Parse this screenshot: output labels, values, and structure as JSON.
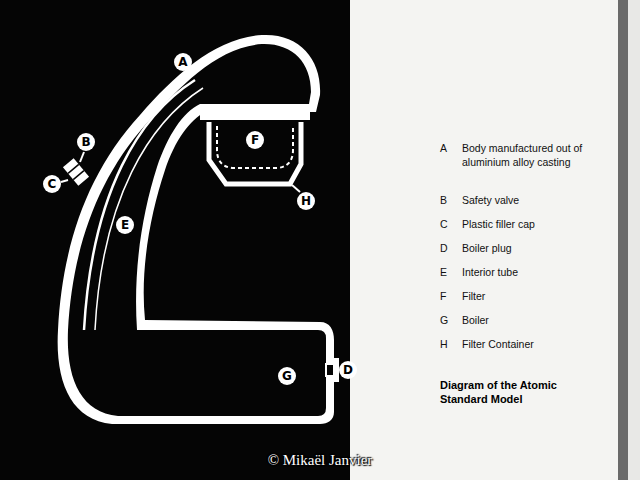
{
  "diagram": {
    "caption": "Diagram of the Atomic Standard Model",
    "labels": [
      "A",
      "B",
      "C",
      "E",
      "F",
      "H",
      "G",
      "D",
      "A",
      "Body manufactured out of aluminium alloy casting",
      "B",
      "Safety valve",
      "C",
      "Plastic filler cap",
      "D",
      "Boiler plug",
      "E",
      "Interior tube",
      "F",
      "Filter",
      "G",
      "Boiler",
      "H",
      "Filter Container",
      "© Mikaël Janvier"
    ]
  }
}
